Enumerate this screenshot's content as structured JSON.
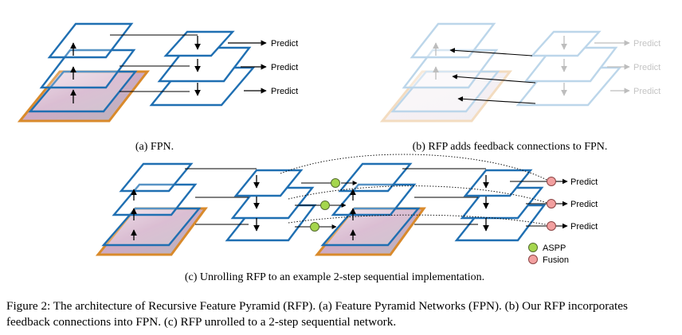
{
  "panels": {
    "a": {
      "caption": "(a) FPN.",
      "outputs": [
        "Predict",
        "Predict",
        "Predict"
      ]
    },
    "b": {
      "caption": "(b) RFP adds feedback connections to FPN.",
      "outputs": [
        "Predict",
        "Predict",
        "Predict"
      ]
    },
    "c": {
      "caption": "(c) Unrolling RFP to an example 2-step sequential implementation.",
      "outputs": [
        "Predict",
        "Predict",
        "Predict"
      ]
    }
  },
  "legend": [
    {
      "label": "ASPP",
      "color": "#a5d64d"
    },
    {
      "label": "Fusion",
      "color": "#f2a0a0"
    }
  ],
  "figure_caption": {
    "line1": "Figure 2: The architecture of Recursive Feature Pyramid (RFP). (a) Feature Pyramid Networks (FPN). (b) Our RFP incorporates",
    "line2": "feedback connections into FPN. (c) RFP unrolled to a 2-step sequential network."
  },
  "colors": {
    "layer_stroke": "#1f6fb2",
    "layer_stroke_faded": "#bcd6ea",
    "image_border": "#d98a2b",
    "image_border_faded": "#f3dcc0"
  }
}
